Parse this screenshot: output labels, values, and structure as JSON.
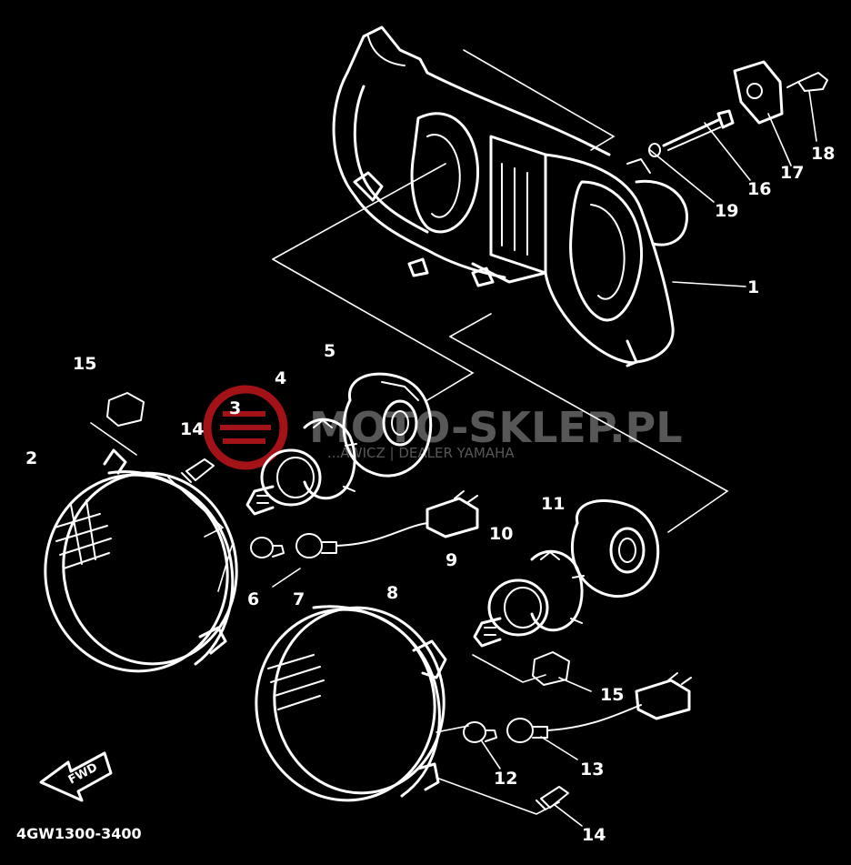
{
  "diagram": {
    "part_code": "4GW1300-3400",
    "fwd_label": "FWD",
    "callouts": [
      {
        "id": "c1",
        "label": "1"
      },
      {
        "id": "c2",
        "label": "2"
      },
      {
        "id": "c3",
        "label": "3"
      },
      {
        "id": "c4",
        "label": "4"
      },
      {
        "id": "c5",
        "label": "5"
      },
      {
        "id": "c6",
        "label": "6"
      },
      {
        "id": "c7",
        "label": "7"
      },
      {
        "id": "c8",
        "label": "8"
      },
      {
        "id": "c9",
        "label": "9"
      },
      {
        "id": "c10",
        "label": "10"
      },
      {
        "id": "c11",
        "label": "11"
      },
      {
        "id": "c12",
        "label": "12"
      },
      {
        "id": "c13",
        "label": "13"
      },
      {
        "id": "c14a",
        "label": "14"
      },
      {
        "id": "c14b",
        "label": "14"
      },
      {
        "id": "c15a",
        "label": "15"
      },
      {
        "id": "c15b",
        "label": "15"
      },
      {
        "id": "c16",
        "label": "16"
      },
      {
        "id": "c17",
        "label": "17"
      },
      {
        "id": "c18",
        "label": "18"
      },
      {
        "id": "c19",
        "label": "19"
      }
    ]
  },
  "watermark": {
    "brand": "MOTO-SKLEP.PL",
    "subtitle": "...AWICZ | DEALER YAMAHA"
  },
  "colors": {
    "background": "#000000",
    "line": "#ffffff",
    "watermark_red": "#c0161c",
    "watermark_gray": "#8a8a8a"
  }
}
